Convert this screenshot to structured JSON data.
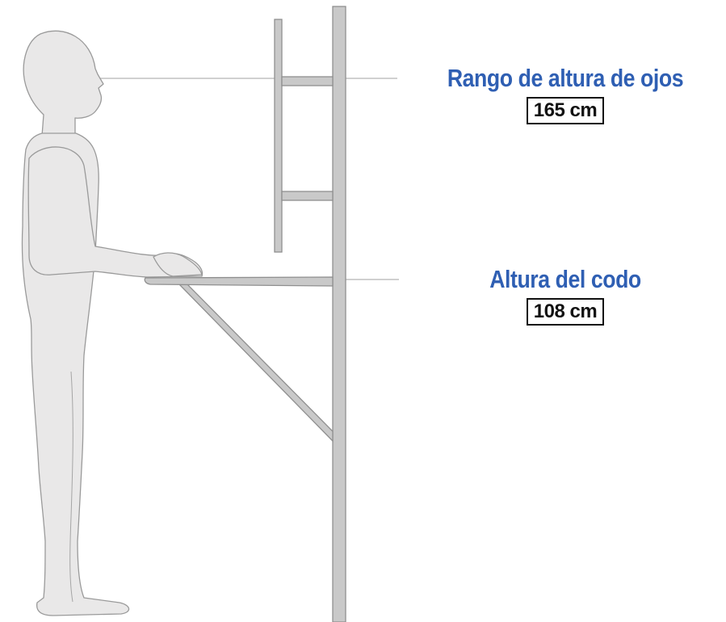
{
  "eye_height": {
    "title": "Rango de altura de ojos",
    "value": "165 cm"
  },
  "elbow_height": {
    "title": "Altura del codo",
    "value": "108 cm"
  },
  "colors": {
    "title_blue": "#2f5fb3",
    "figure_fill": "#e9e8e8",
    "figure_stroke": "#9a9a9a",
    "structure_fill": "#c9c9c9",
    "structure_stroke": "#8f8f8f",
    "guide_line": "#b5b5b5"
  }
}
